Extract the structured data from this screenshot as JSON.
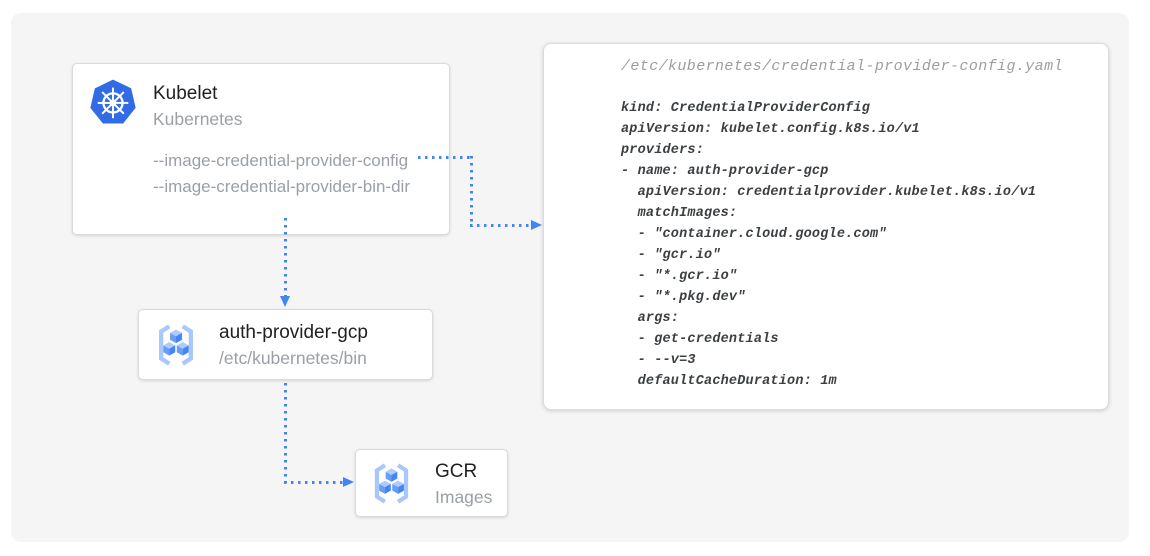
{
  "colors": {
    "arrow-blue": "#4285f4",
    "k8s-blue": "#326ce5",
    "panel-bg": "#f5f5f6"
  },
  "nodes": {
    "kubelet": {
      "title": "Kubelet",
      "subtitle": "Kubernetes",
      "flags": [
        "--image-credential-provider-config",
        "--image-credential-provider-bin-dir"
      ],
      "icon": "kubernetes-helm-icon"
    },
    "auth_provider": {
      "title": "auth-provider-gcp",
      "subtitle": "/etc/kubernetes/bin",
      "icon": "gcr-registry-icon"
    },
    "gcr": {
      "title": "GCR",
      "subtitle": "Images",
      "icon": "gcr-registry-icon"
    }
  },
  "code_panel": {
    "filename": "/etc/kubernetes/credential-provider-config.yaml",
    "lines": [
      "kind: CredentialProviderConfig",
      "apiVersion: kubelet.config.k8s.io/v1",
      "providers:",
      "- name: auth-provider-gcp",
      "  apiVersion: credentialprovider.kubelet.k8s.io/v1",
      "  matchImages:",
      "  - \"container.cloud.google.com\"",
      "  - \"gcr.io\"",
      "  - \"*.gcr.io\"",
      "  - \"*.pkg.dev\"",
      "  args:",
      "  - get-credentials",
      "  - --v=3",
      "  defaultCacheDuration: 1m"
    ]
  }
}
